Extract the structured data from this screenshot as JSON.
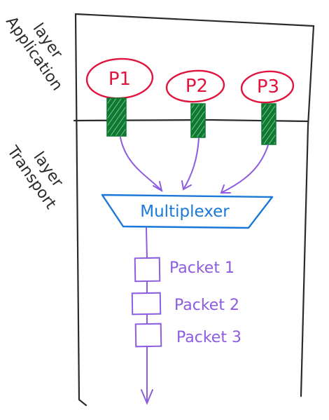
{
  "labels": {
    "application_layer": [
      "Application",
      "layer"
    ],
    "transport_layer": [
      "Transport",
      "layer"
    ]
  },
  "processes": [
    "P1",
    "P2",
    "P3"
  ],
  "multiplexer": "Multiplexer",
  "packets": [
    "Packet 1",
    "Packet 2",
    "Packet 3"
  ],
  "colors": {
    "ink": "#2b2b2b",
    "process": "#e0143c",
    "socket": "#138a3a",
    "multiplexer": "#1a78d8",
    "flow": "#8e5ce0"
  }
}
